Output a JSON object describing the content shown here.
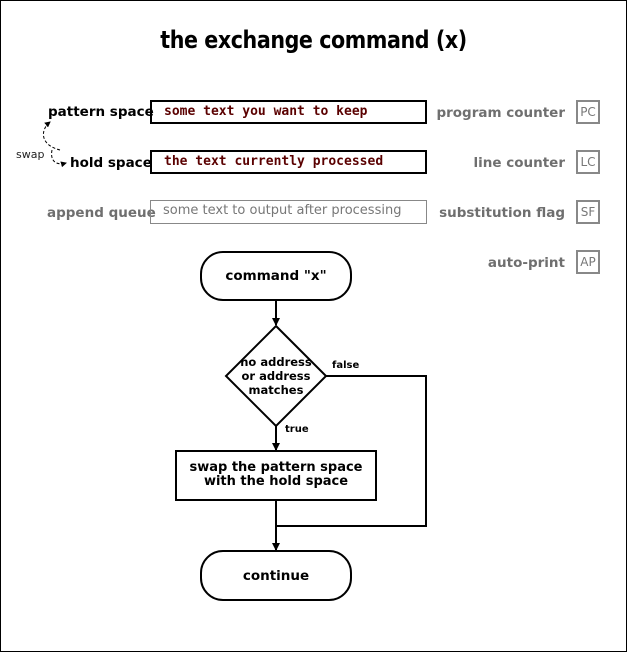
{
  "title": "the exchange command (x)",
  "left_labels": {
    "pattern_space": "pattern space",
    "hold_space": "hold space",
    "append_queue": "append queue",
    "swap": "swap"
  },
  "boxes": {
    "pattern_space": "some text you want to keep",
    "hold_space": "the text currently processed",
    "append_queue": "some text to output after processing"
  },
  "registers": [
    {
      "label": "program counter",
      "abbr": "PC"
    },
    {
      "label": "line counter",
      "abbr": "LC"
    },
    {
      "label": "substitution flag",
      "abbr": "SF"
    },
    {
      "label": "auto-print",
      "abbr": "AP"
    }
  ],
  "flow": {
    "start": "command \"x\"",
    "decision_line1": "no address",
    "decision_line2": "or address",
    "decision_line3": "matches",
    "false_label": "false",
    "true_label": "true",
    "action_line1": "swap the pattern space",
    "action_line2": "with the hold space",
    "end": "continue"
  }
}
